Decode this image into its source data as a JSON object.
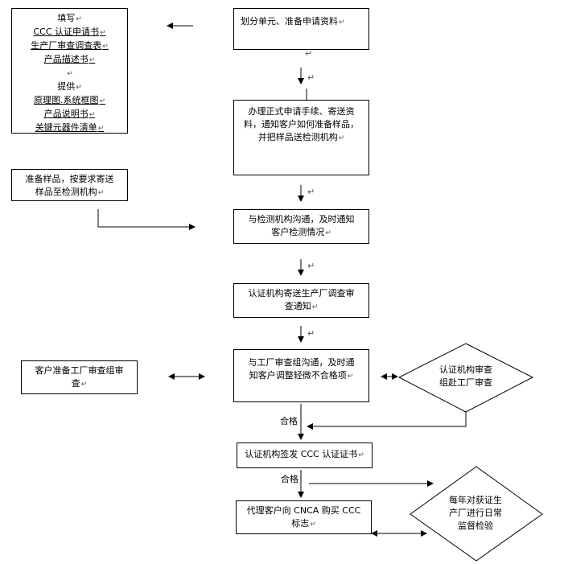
{
  "left": {
    "box1": {
      "title1": "填写",
      "items1": [
        "CCC 认证申请书",
        "生产厂审查调查表",
        "产品描述书"
      ],
      "title2": "提供",
      "items2": [
        "原理图.系统框图",
        "产品说明书",
        "关键元器件清单"
      ]
    },
    "box2": [
      "准备样品，按要求寄送",
      "样品至检测机构"
    ],
    "box3": [
      "客户准备工厂审查组审",
      "查"
    ]
  },
  "main": {
    "step1": [
      "划分单元、准备申请资料"
    ],
    "step2": [
      "办理正式申请手续、寄送资",
      "料，通知客户如何准备样品，",
      "并把样品送检测机构"
    ],
    "step3": [
      "与检测机构沟通，及时通知",
      "客户检测情况"
    ],
    "step4": [
      "认证机构寄送生产厂调查审",
      "查通知"
    ],
    "step5": [
      "与工厂审查组沟通，及时通",
      "知客户调整轻微不合格项"
    ],
    "step6": [
      "认证机构签发 CCC 认证证书"
    ],
    "step7": [
      "代理客户向 CNCA 购买 CCC",
      "标志"
    ]
  },
  "right": {
    "diamond1": [
      "认证机构审查",
      "组赴工厂审查"
    ],
    "diamond2": [
      "每年对获证生",
      "产厂进行日常",
      "监督检验"
    ]
  },
  "labels": {
    "pass1": "合格",
    "pass2": "合格"
  },
  "para_mark": "↵"
}
